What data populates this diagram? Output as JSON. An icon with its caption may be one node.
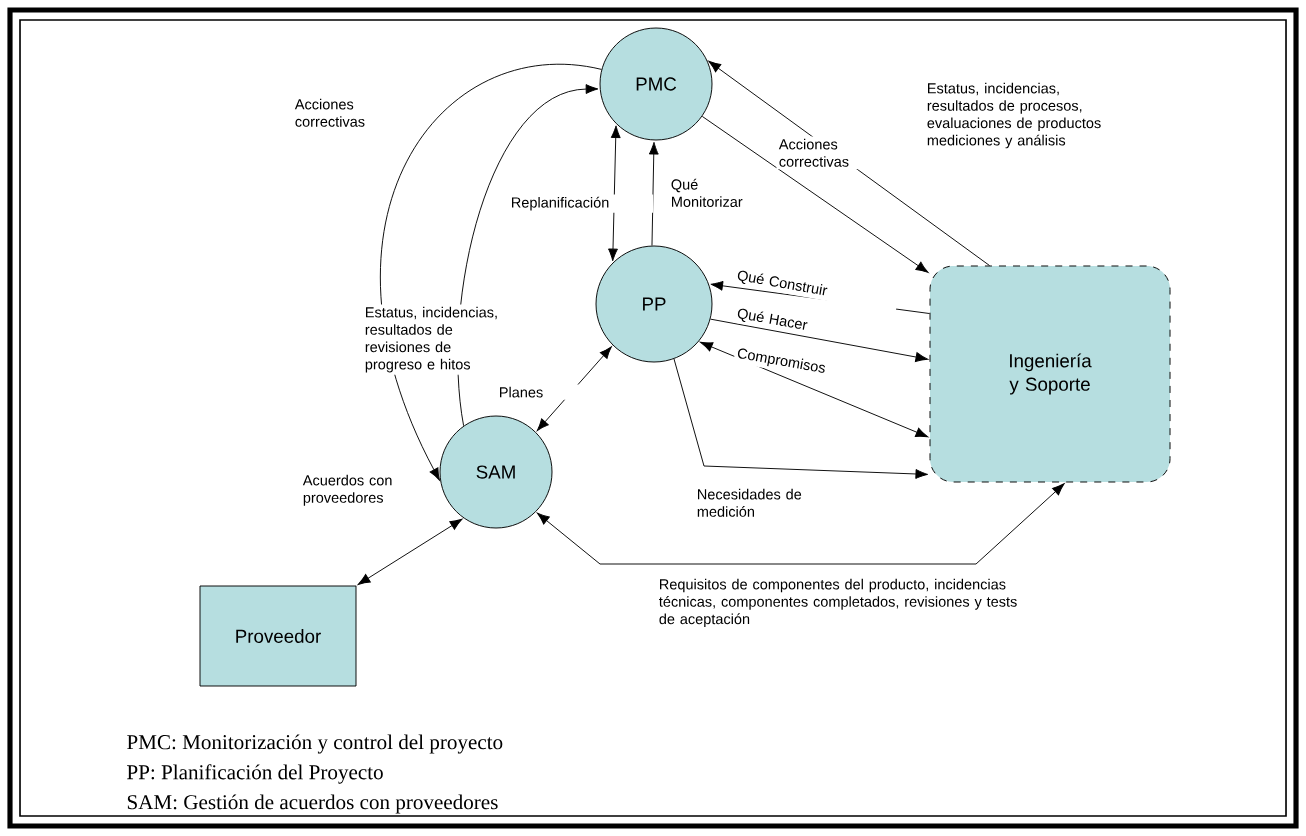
{
  "diagram": {
    "nodes": [
      {
        "text": [
          "PMC"
        ]
      },
      {
        "text": [
          "PP"
        ]
      },
      {
        "text": [
          "SAM"
        ]
      },
      {
        "text": [
          "Ingeniería y Soporte"
        ]
      },
      {
        "text": [
          "Proveedor"
        ]
      }
    ],
    "edges": [
      {
        "from": 0,
        "to": 2,
        "arrow": "to",
        "label": "Acciones correctivas"
      },
      {
        "from": 2,
        "to": 0,
        "arrow": "to",
        "label": "Estatus, incidencias, resultados de revisiones de progreso e hitos"
      },
      {
        "from": 0,
        "to": 1,
        "arrow": "both",
        "label": "Replanificación"
      },
      {
        "from": 1,
        "to": 0,
        "arrow": "to",
        "label": "Qué Monitorizar"
      },
      {
        "from": 0,
        "to": 3,
        "arrow": "to",
        "label": "Acciones correctivas"
      },
      {
        "from": 3,
        "to": 0,
        "arrow": "to",
        "label": "Estatus, incidencias, resultados de procesos, evaluaciones de productos mediciones y análisis"
      },
      {
        "from": 3,
        "to": 1,
        "arrow": "to",
        "label": "Qué Construir"
      },
      {
        "from": 1,
        "to": 3,
        "arrow": "to",
        "label": "Qué Hacer"
      },
      {
        "from": 1,
        "to": 3,
        "arrow": "both",
        "label": "Compromisos"
      },
      {
        "from": 1,
        "to": 3,
        "arrow": "to",
        "label": "Necesidades de medición"
      },
      {
        "from": 1,
        "to": 2,
        "arrow": "both",
        "label": "Planes"
      },
      {
        "from": 2,
        "to": 4,
        "arrow": "both",
        "label": "Acuerdos con proveedores"
      },
      {
        "from": 2,
        "to": 3,
        "arrow": "both",
        "label": "Requisitos de componentes del producto, incidencias técnicas, componentes completados, revisiones y tests de aceptación"
      }
    ],
    "labels": [
      "PMC: Monitorización y control del proyecto",
      "PP: Planificación del Proyecto",
      "SAM: Gestión de acuerdos con proveedores"
    ]
  }
}
